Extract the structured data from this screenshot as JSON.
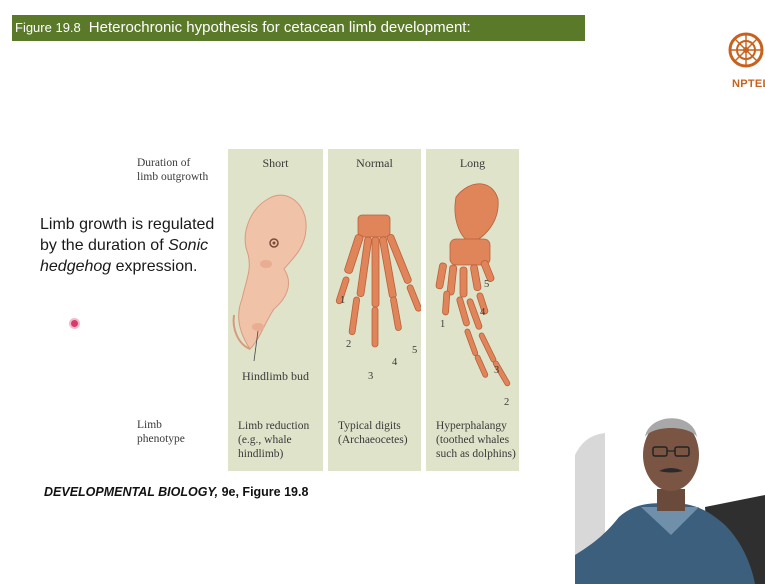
{
  "header": {
    "figure_number": "Figure 19.8",
    "title": "Heterochronic hypothesis for cetacean limb development:"
  },
  "logo": {
    "text": "NPTEL"
  },
  "body_text": {
    "line1": "Limb growth is regulated",
    "line2_prefix": "by the duration of ",
    "line2_italic": "Sonic",
    "line3_italic": "hedgehog",
    "line3_suffix": " expression."
  },
  "figure": {
    "row_label_top": [
      "Duration of",
      "limb outgrowth"
    ],
    "row_label_bottom": [
      "Limb",
      "phenotype"
    ],
    "panels": [
      {
        "heading": "Short",
        "annotation": "Hindlimb bud",
        "phenotype": [
          "Limb reduction",
          "(e.g., whale",
          "hindlimb)"
        ]
      },
      {
        "heading": "Normal",
        "digits": [
          "1",
          "2",
          "3",
          "4",
          "5"
        ],
        "phenotype": [
          "Typical digits",
          "(Archaeocetes)"
        ]
      },
      {
        "heading": "Long",
        "digits": [
          "5",
          "4",
          "1",
          "3",
          "2"
        ],
        "phenotype": [
          "Hyperphalangy",
          "(toothed whales",
          "such as dolphins)"
        ]
      }
    ]
  },
  "caption": {
    "bold_italic": "DEVELOPMENTAL BIOLOGY,",
    "rest": " 9e, Figure 19.8"
  },
  "colors": {
    "title_bar": "#5a7a2a",
    "panel_bg": "#dfe3c9",
    "bone": "#e0845a",
    "embryo": "#f0c2a8",
    "logo": "#c8611c"
  }
}
